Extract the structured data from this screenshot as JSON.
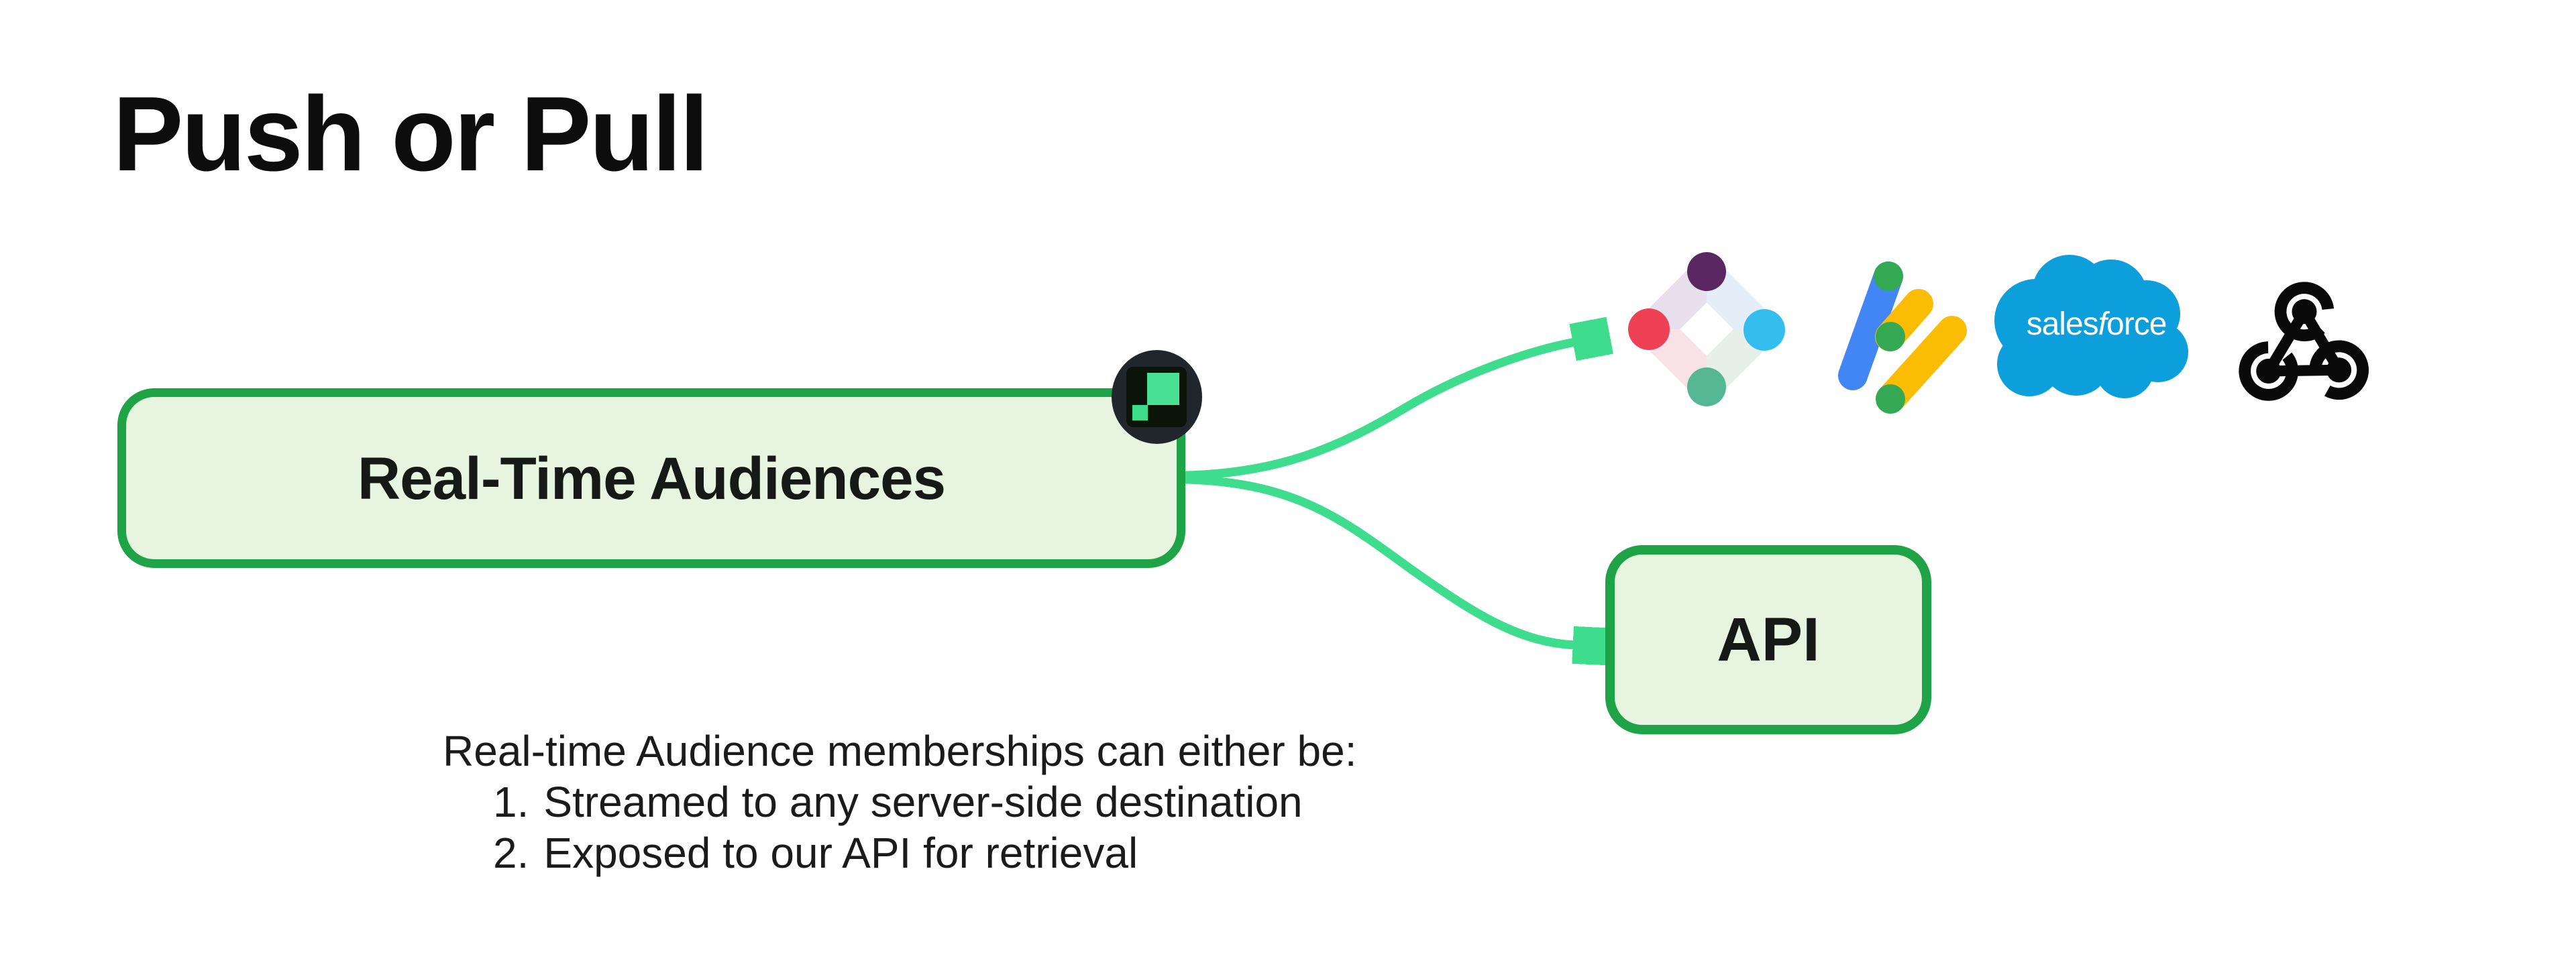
{
  "title": "Push or Pull",
  "flow": {
    "source_label": "Real-Time Audiences",
    "api_label": "API"
  },
  "note": {
    "intro": "Real-time Audience memberships can either be:",
    "items": [
      {
        "num": "1.",
        "text": "Streamed to any server-side destination"
      },
      {
        "num": "2.",
        "text": "Exposed to our API for retrieval"
      }
    ]
  },
  "destinations": {
    "logos": [
      "iterable",
      "google-ad-manager",
      "salesforce",
      "webhook"
    ],
    "salesforce_wordmark": {
      "pre": "sales",
      "f": "f",
      "post": "orce"
    }
  },
  "colors": {
    "box_border_green": "#1ea447",
    "box_fill_green": "#e7f4df",
    "arrow_mint": "#3edc8d",
    "badge_circle": "#20262c",
    "badge_tile": "#0a1409",
    "badge_mint": "#48e094",
    "title_text": "#0d0d0d",
    "note_text": "#1b1b1b",
    "salesforce_blue": "#0d9fdc",
    "google_blue": "#4285f4",
    "google_yellow": "#fbbc04",
    "google_green": "#34a853",
    "iterable_purple": "#5b2763",
    "iterable_red": "#ee4156",
    "iterable_sky": "#36bdf0",
    "iterable_teal": "#56b794",
    "webhook_black": "#0a0a0a"
  }
}
